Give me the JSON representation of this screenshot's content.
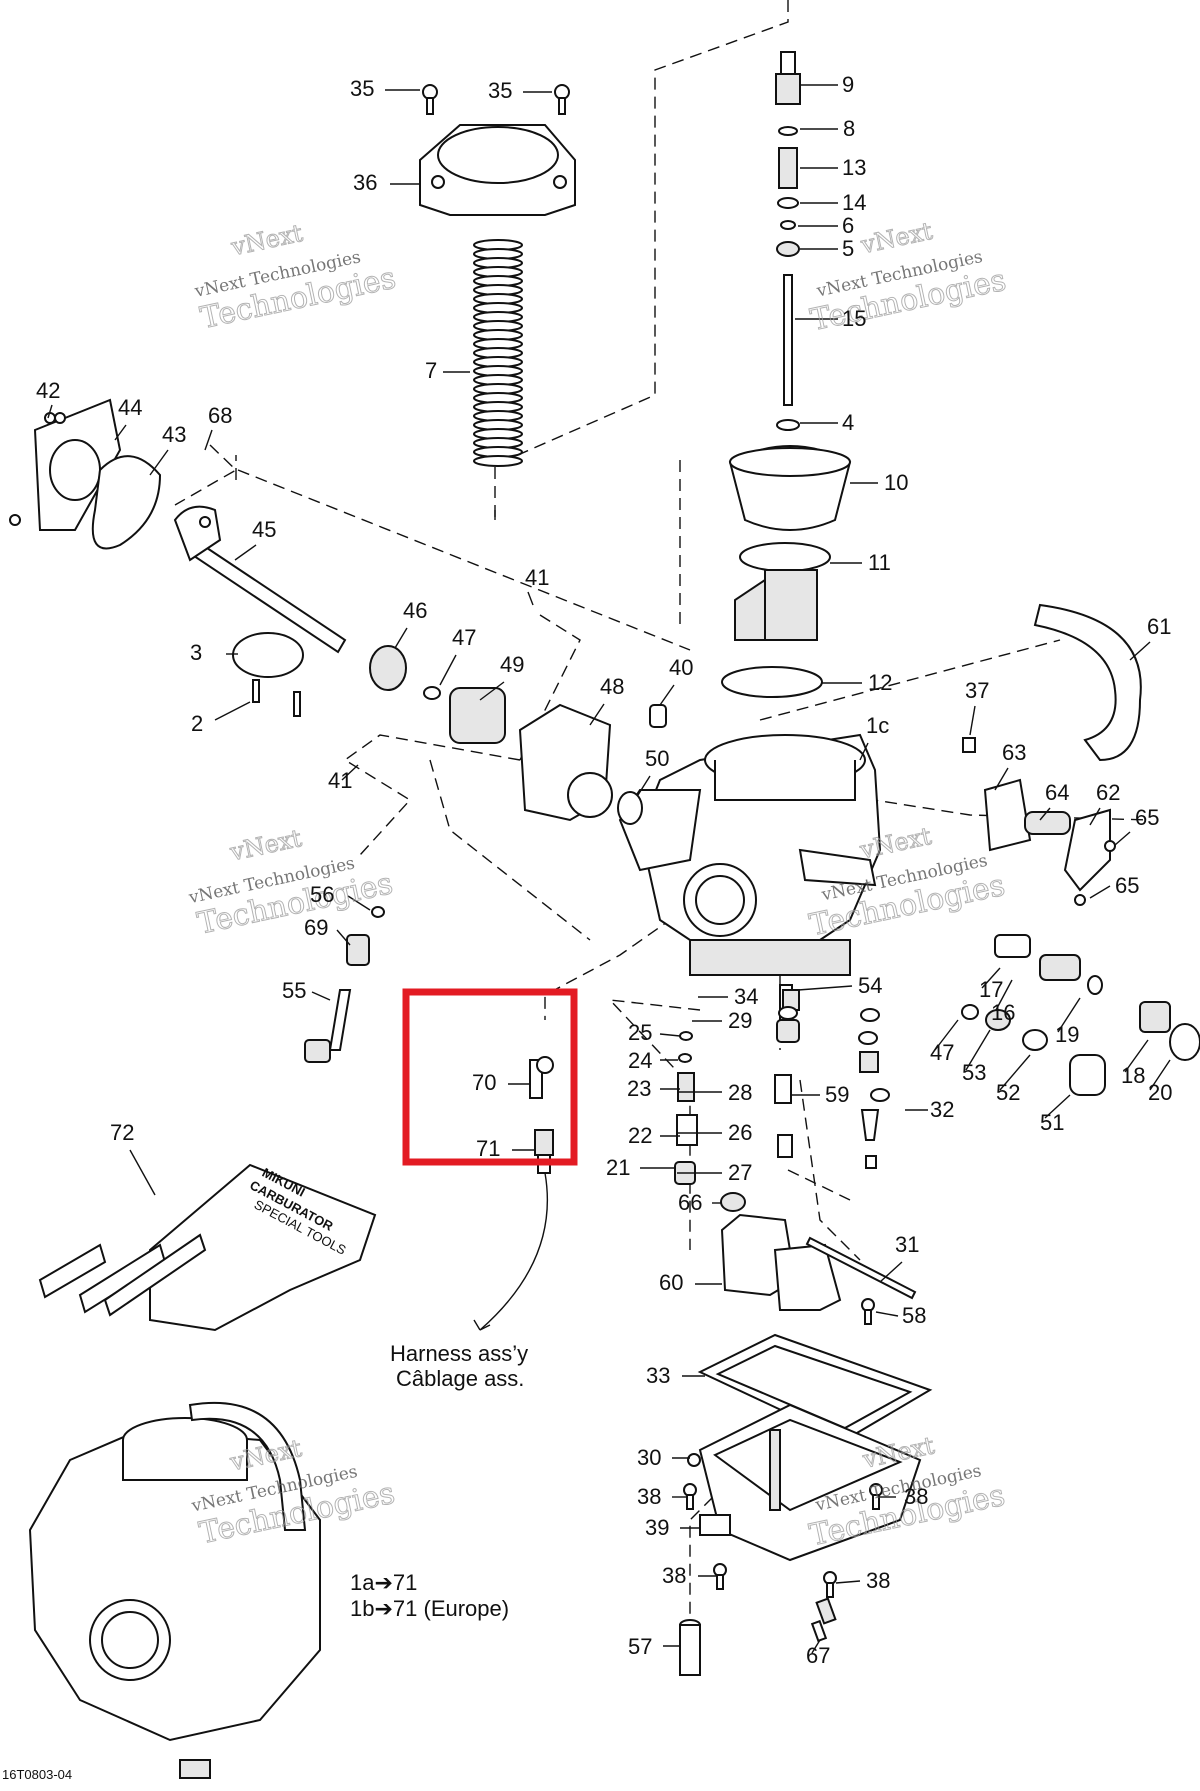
{
  "diagram": {
    "drawing_code": "16T0803-04",
    "highlight_color": "#e31b23",
    "annotations": {
      "harness_line1": "Harness ass’y",
      "harness_line2": "Câblage ass.",
      "variant_line1": "1a➔71",
      "variant_line2": "1b➔71 (Europe)"
    },
    "tool_kit_text": {
      "brand_line1": "MIKUNI",
      "brand_line2": "CARBURATOR",
      "brand_line3": "SPECIAL TOOLS"
    },
    "watermark": {
      "line1": "vNext",
      "line2": "vNext Technologies",
      "line3": "Technologies"
    },
    "part_labels": [
      "35",
      "35",
      "36",
      "9",
      "8",
      "13",
      "14",
      "6",
      "5",
      "15",
      "4",
      "10",
      "11",
      "7",
      "42",
      "44",
      "43",
      "68",
      "45",
      "41",
      "46",
      "47",
      "49",
      "48",
      "40",
      "12",
      "61",
      "3",
      "2",
      "1c",
      "37",
      "63",
      "64",
      "62",
      "65",
      "41",
      "50",
      "65",
      "56",
      "69",
      "55",
      "54",
      "34",
      "29",
      "25",
      "17",
      "16",
      "19",
      "47",
      "53",
      "52",
      "18",
      "20",
      "51",
      "70",
      "24",
      "23",
      "28",
      "59",
      "32",
      "22",
      "21",
      "26",
      "27",
      "71",
      "66",
      "72",
      "31",
      "60",
      "58",
      "33",
      "30",
      "38",
      "38",
      "39",
      "38",
      "38",
      "57",
      "67"
    ]
  }
}
